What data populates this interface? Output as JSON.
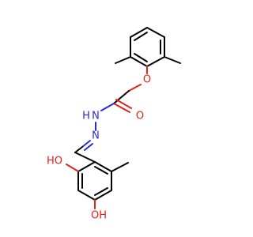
{
  "colors": {
    "background": "#ffffff",
    "carbon_bond": "#000000",
    "oxygen": "#e0211c",
    "nitrogen": "#2a2ad6"
  },
  "atom_labels": {
    "ether_o": "O",
    "carbonyl_o": "O",
    "nh": "N",
    "nh_h": "H",
    "imine_n": "N",
    "phenol_oh_left": "HO",
    "phenol_oh_bottom": "OH"
  }
}
